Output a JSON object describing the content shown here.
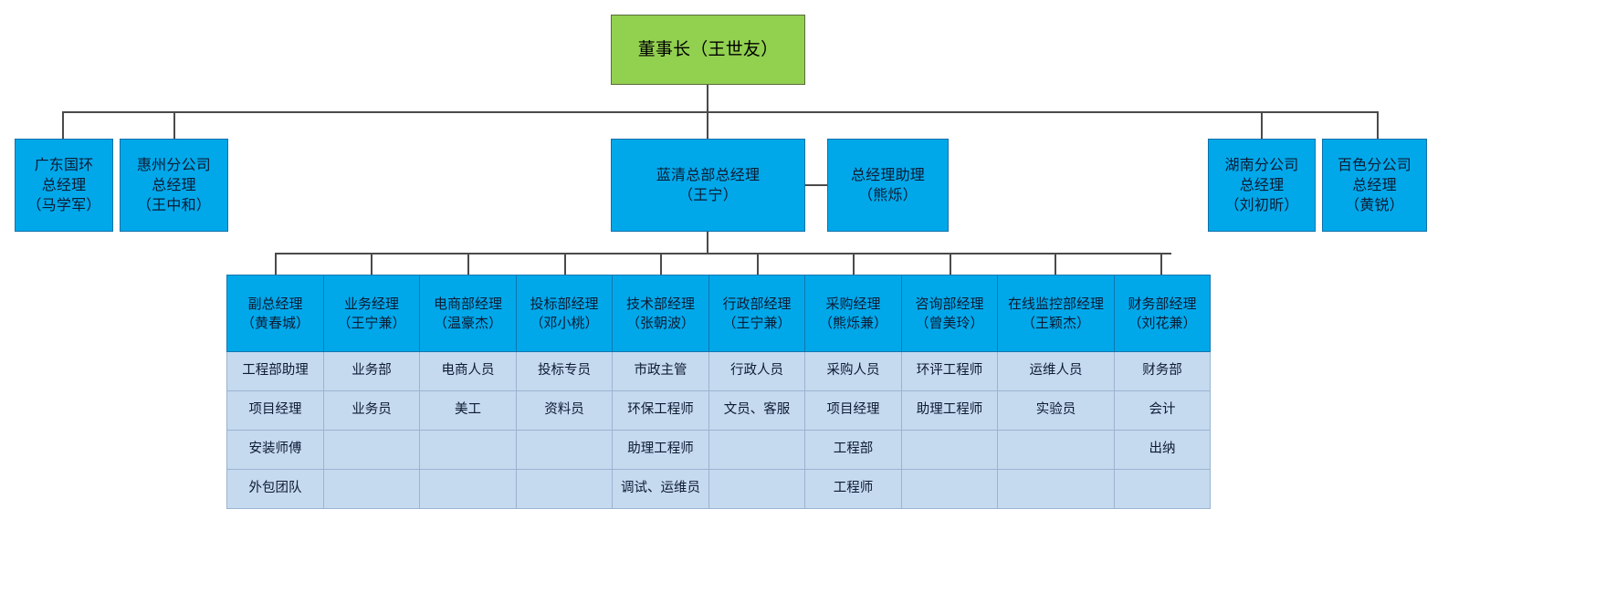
{
  "theme": {
    "chairman_fill": "#92d050",
    "node_fill": "#00a8ea",
    "cell_fill": "#c5d9ef",
    "line_color": "#4a4a4a",
    "text_color": "#0d1b33"
  },
  "chairman": {
    "label": "董事长（王世友）"
  },
  "branches_left": [
    {
      "label": "广东国环\n总经理\n（马学军）"
    },
    {
      "label": "惠州分公司\n总经理\n（王中和）"
    }
  ],
  "center": {
    "gm": {
      "label": "蓝清总部总经理\n（王宁）"
    },
    "assistant": {
      "label": "总经理助理\n（熊烁）"
    }
  },
  "branches_right": [
    {
      "label": "湖南分公司\n总经理\n（刘初昕）"
    },
    {
      "label": "百色分公司\n总经理\n（黄锐）"
    }
  ],
  "departments": {
    "headers": [
      "副总经理\n（黄春城）",
      "业务经理\n（王宁兼）",
      "电商部经理\n（温豪杰）",
      "投标部经理\n（邓小桃）",
      "技术部经理\n（张朝波）",
      "行政部经理\n（王宁兼）",
      "采购经理\n（熊烁兼）",
      "咨询部经理\n（曾美玲）",
      "在线监控部经理\n（王颖杰）",
      "财务部经理\n（刘花兼）"
    ],
    "rows": [
      [
        "工程部助理",
        "业务部",
        "电商人员",
        "投标专员",
        "市政主管",
        "行政人员",
        "采购人员",
        "环评工程师",
        "运维人员",
        "财务部"
      ],
      [
        "项目经理",
        "业务员",
        "美工",
        "资料员",
        "环保工程师",
        "文员、客服",
        "项目经理",
        "助理工程师",
        "实验员",
        "会计"
      ],
      [
        "安装师傅",
        "",
        "",
        "",
        "助理工程师",
        "",
        "工程部",
        "",
        "",
        "出纳"
      ],
      [
        "外包团队",
        "",
        "",
        "",
        "调试、运维员",
        "",
        "工程师",
        "",
        "",
        ""
      ]
    ]
  }
}
